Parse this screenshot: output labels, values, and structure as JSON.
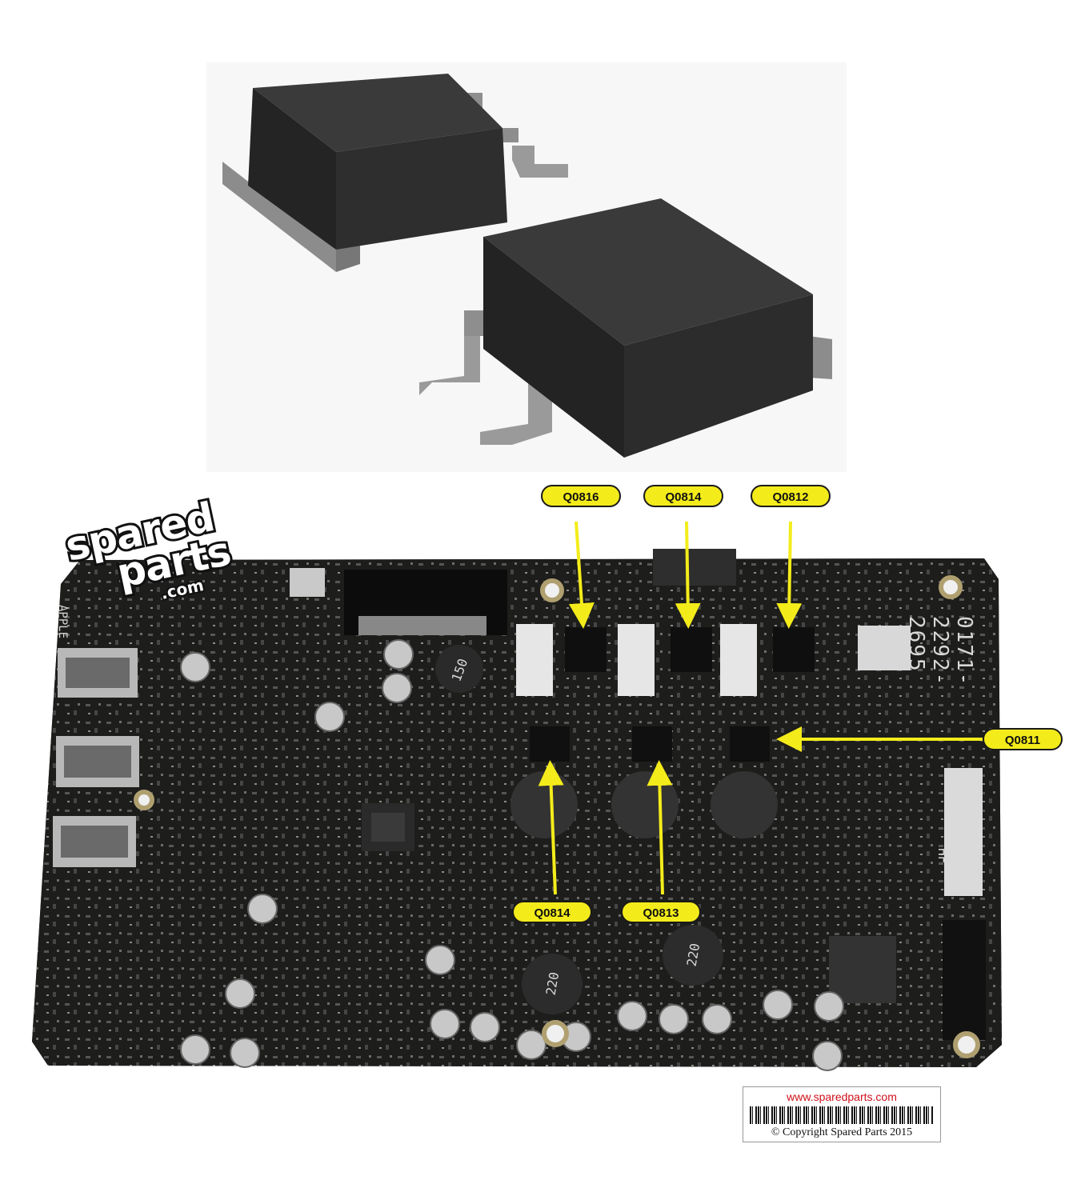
{
  "logo": {
    "line1": "spared",
    "line2": "parts",
    "line3": ".com"
  },
  "board": {
    "part_number": "0171-2292-2695",
    "marking_apple": "APPLE",
    "marking_hf": "HF",
    "inductor_150": "150",
    "inductor_220": "220"
  },
  "callouts": [
    {
      "id": "q0816",
      "label": "Q0816"
    },
    {
      "id": "q0814-top",
      "label": "Q0814"
    },
    {
      "id": "q0812",
      "label": "Q0812"
    },
    {
      "id": "q0811",
      "label": "Q0811"
    },
    {
      "id": "q0814-bottom",
      "label": "Q0814"
    },
    {
      "id": "q0813",
      "label": "Q0813"
    }
  ],
  "sticker": {
    "url": "www.sparedparts.com",
    "copyright": "© Copyright Spared Parts 2015"
  },
  "colors": {
    "callout_fill": "#f4ec1a",
    "arrow": "#f4ec1a",
    "board": "#1b1b19",
    "component_body": "#2a2a2a",
    "component_lead": "#9a9a9a",
    "url_red": "#d0101a"
  }
}
